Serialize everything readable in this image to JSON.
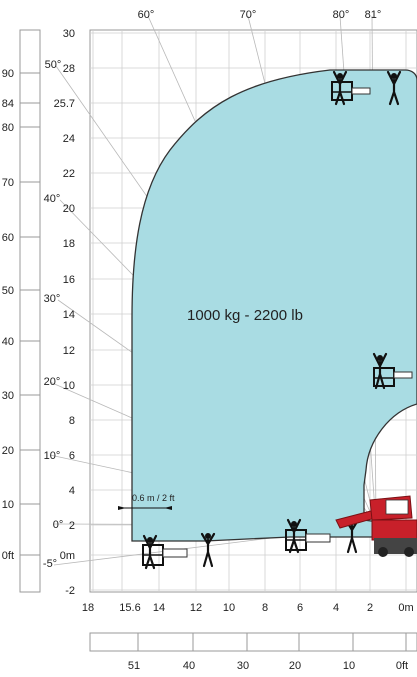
{
  "diagram": {
    "capacity_label": "1000 kg - 2200 lb",
    "clearance_label": "0.6 m / 2 ft",
    "angle_labels": [
      {
        "text": "60°"
      },
      {
        "text": "70°"
      },
      {
        "text": "80°"
      },
      {
        "text": "81°"
      },
      {
        "text": "50°"
      },
      {
        "text": "40°"
      },
      {
        "text": "30°"
      },
      {
        "text": "20°"
      },
      {
        "text": "10°"
      },
      {
        "text": "0°"
      },
      {
        "text": "-5°"
      }
    ],
    "height_ticks_m": [
      "30",
      "28",
      "25.7",
      "24",
      "22",
      "20",
      "18",
      "16",
      "14",
      "12",
      "10",
      "8",
      "6",
      "4",
      "2",
      "0m",
      "-2"
    ],
    "reach_ticks_m": [
      "18",
      "15.6",
      "14",
      "12",
      "10",
      "8",
      "6",
      "4",
      "2",
      "0m"
    ],
    "height_ticks_ft": [
      "90",
      "84",
      "80",
      "70",
      "60",
      "50",
      "40",
      "30",
      "20",
      "10",
      "0ft"
    ],
    "reach_ticks_ft": [
      "51",
      "40",
      "30",
      "20",
      "10",
      "0ft"
    ],
    "machine_colors": {
      "body": "#c8202a",
      "zone": "#a9dce3"
    },
    "icons": [
      "person-icon",
      "work-platform-icon",
      "telehandler-icon"
    ]
  }
}
